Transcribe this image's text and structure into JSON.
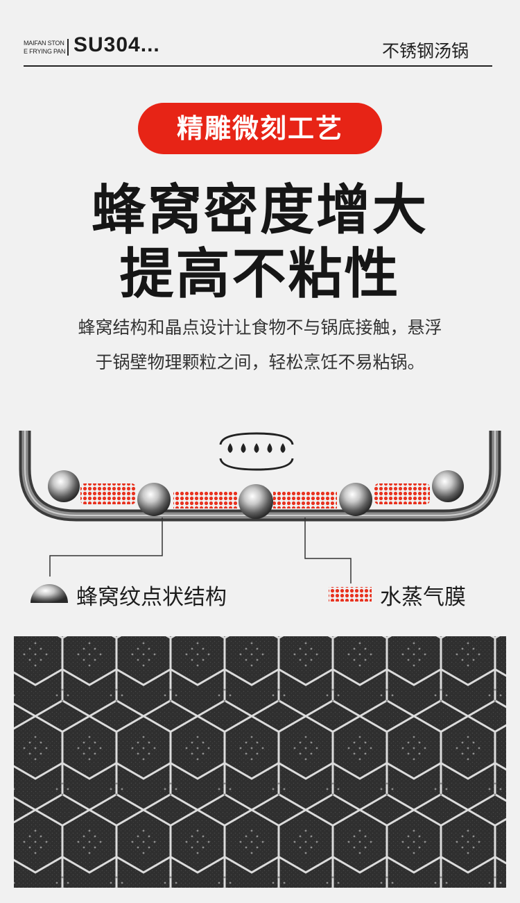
{
  "header": {
    "brand_line1": "MAIFAN STON",
    "brand_line2": "E FRYING PAN",
    "model": "SU304...",
    "product_name": "不锈钢汤锅"
  },
  "badge": {
    "label": "精雕微刻工艺"
  },
  "headline": {
    "line1": "蜂窝密度增大",
    "line2": "提高不粘性"
  },
  "description": {
    "line1": "蜂窝结构和晶点设计让食物不与锅底接触，悬浮",
    "line2": "于锅壁物理颗粒之间，轻松烹饪不易粘锅。"
  },
  "legend": {
    "honeycomb_label": "蜂窝纹点状结构",
    "steam_label": "水蒸气膜"
  },
  "colors": {
    "accent_red": "#e72416",
    "text_dark": "#161616",
    "background": "#f1f1f1"
  },
  "icons": {
    "droplets": "water-droplets-icon",
    "sphere": "metal-sphere-icon"
  }
}
